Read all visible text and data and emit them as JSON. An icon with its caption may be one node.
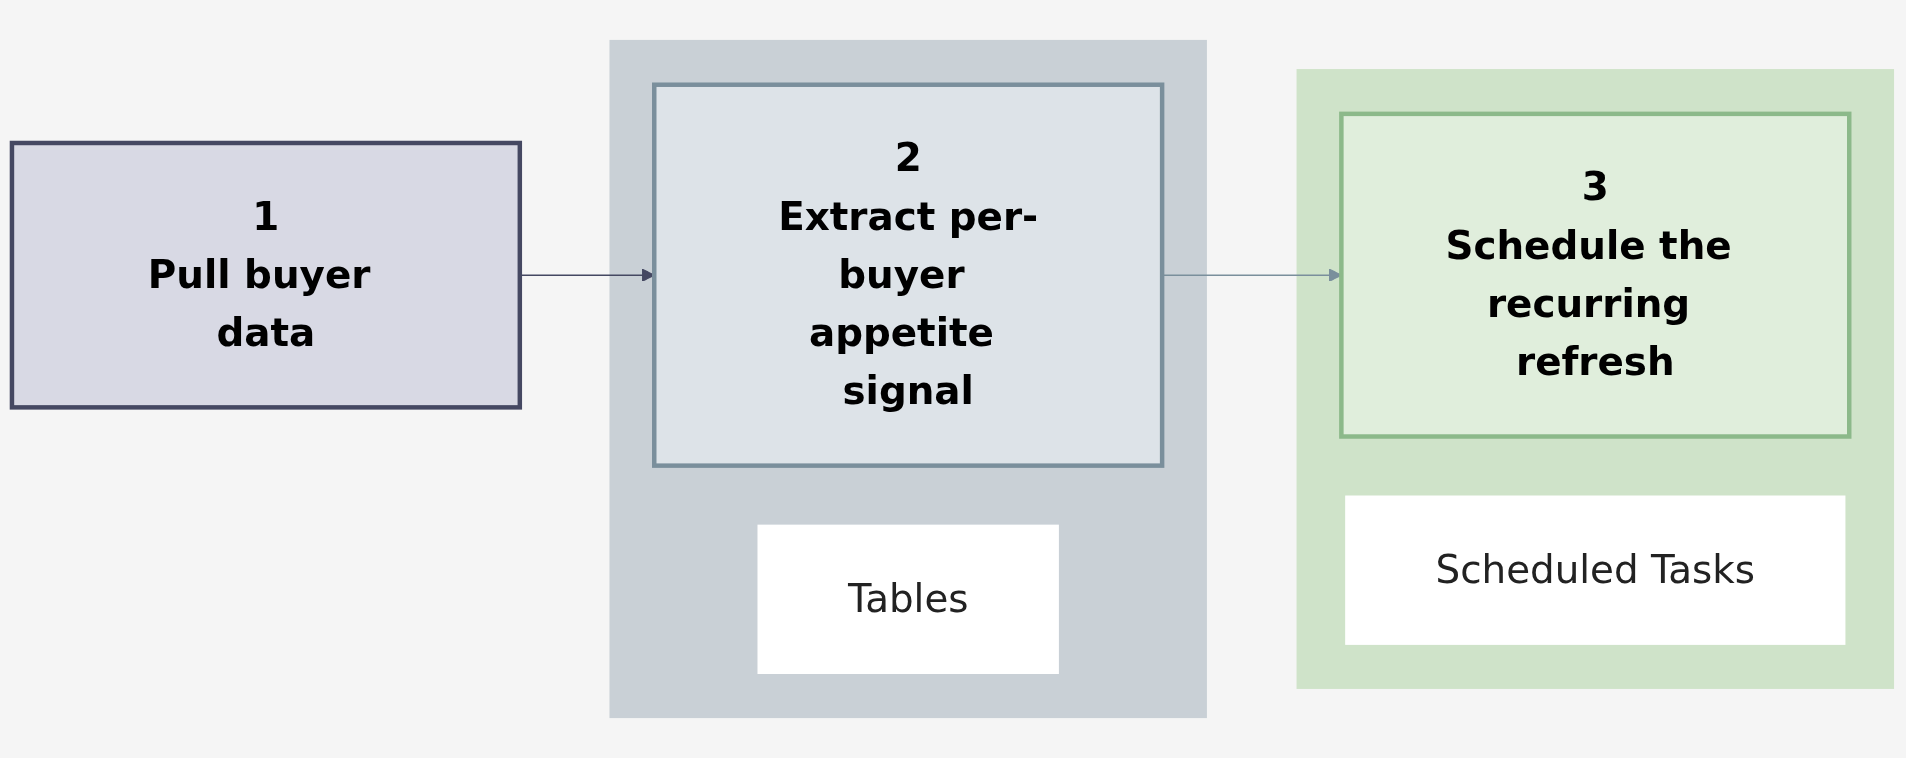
{
  "diagram": {
    "nodes": [
      {
        "text": [
          "1",
          "Pull buyer data"
        ]
      },
      {
        "text": [],
        "shape": "box"
      },
      {
        "text": [
          "2",
          "Extract per-buyer appetite signal"
        ],
        "in": 1
      },
      {
        "text": [
          "Tables"
        ],
        "in": 1
      },
      {
        "text": [],
        "shape": "box"
      },
      {
        "text": [
          "3",
          "Schedule the recurring refresh"
        ],
        "in": 4
      },
      {
        "text": [
          "Scheduled Tasks"
        ],
        "in": 4
      }
    ],
    "edges": [
      {
        "from": 0,
        "to": 2,
        "arrow": "to",
        "color": "#454862"
      },
      {
        "from": 2,
        "to": 5,
        "arrow": "to",
        "color": "#7a8f9c"
      }
    ]
  }
}
